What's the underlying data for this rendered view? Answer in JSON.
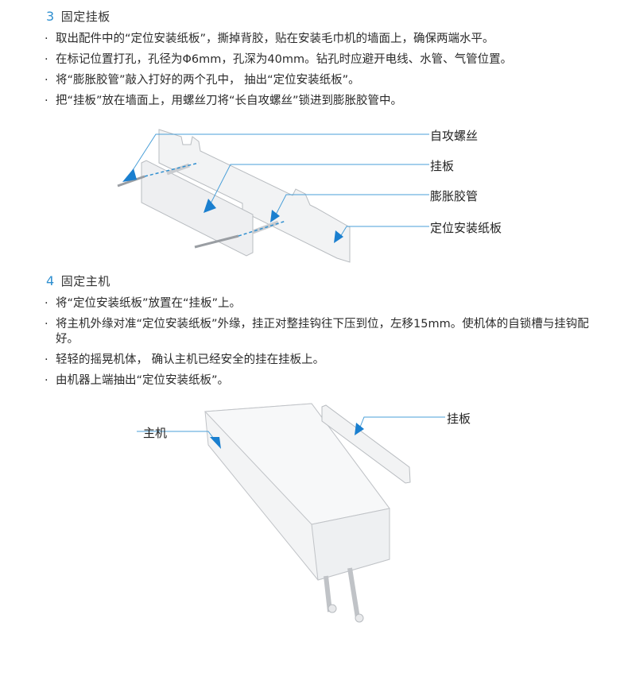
{
  "section3": {
    "number": "3",
    "title": "固定挂板",
    "bullets": [
      "取出配件中的“定位安装纸板”，撕掉背胶，贴在安装毛巾机的墙面上，确保两端水平。",
      "在标记位置打孔，孔径为Φ6mm，孔深为40mm。钻孔时应避开电线、水管、气管位置。",
      "将“膨胀胶管”敲入打好的两个孔中， 抽出“定位安装纸板”。",
      "把“挂板”放在墙面上，用螺丝刀将“长自攻螺丝”锁进到膨胀胶管中。"
    ],
    "figure_labels": [
      "自攻螺丝",
      "挂板",
      "膨胀胶管",
      "定位安装纸板"
    ]
  },
  "section4": {
    "number": "4",
    "title": "固定主机",
    "bullets": [
      "将“定位安装纸板”放置在“挂板”上。",
      "将主机外缘对准“定位安装纸板”外缘，挂正对整挂钩往下压到位，左移15mm。使机体的自锁槽与挂钩配好。",
      "轻轻的摇晃机体， 确认主机已经安全的挂在挂板上。",
      "由机器上端抽出“定位安装纸板”。"
    ],
    "figure_labels": [
      "主机",
      "挂板"
    ]
  },
  "colors": {
    "accent": "#2f8fd0",
    "callout_line": "#4a9fd8",
    "arrow": "#1a7fcf"
  }
}
